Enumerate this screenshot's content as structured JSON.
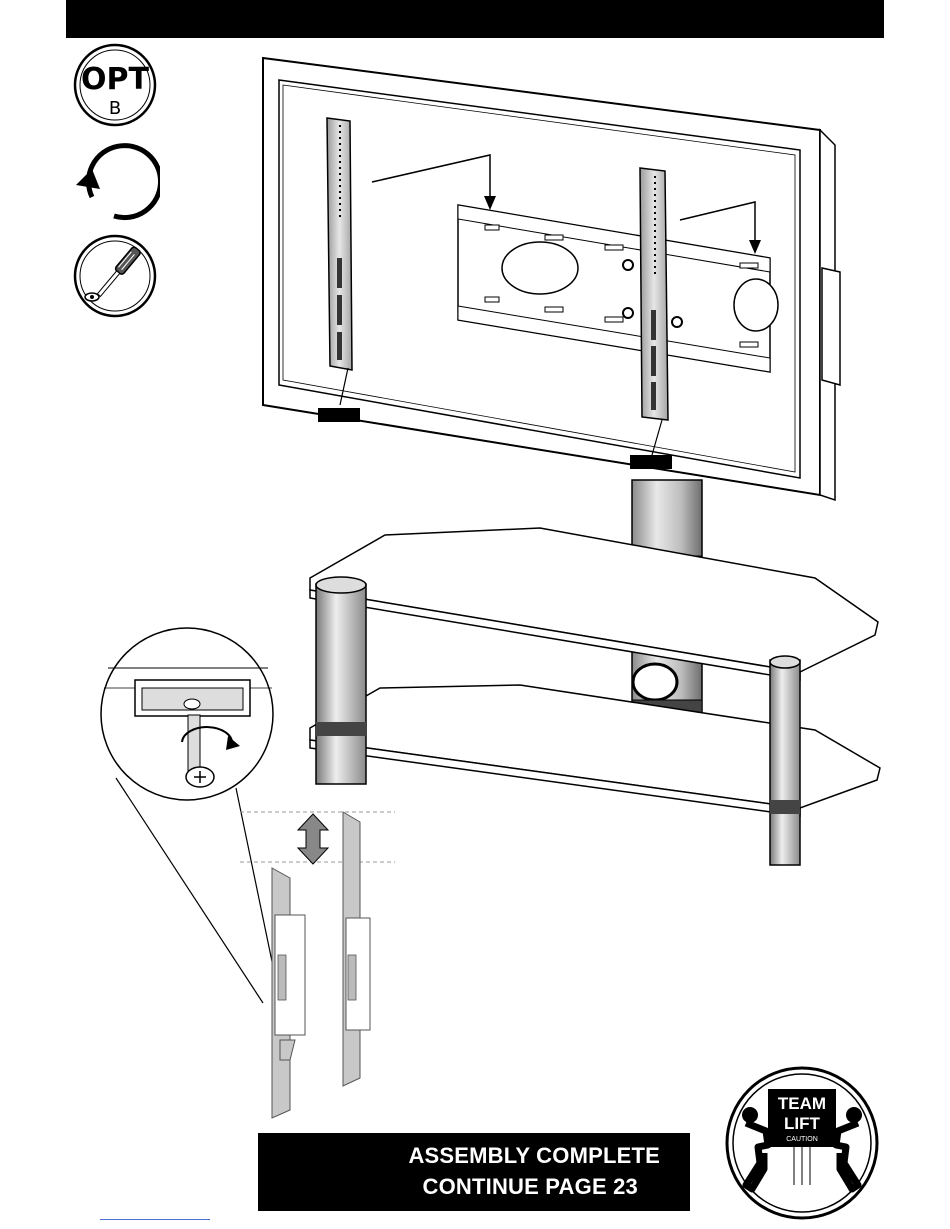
{
  "header": {
    "bar_color": "#000000"
  },
  "icons": {
    "opt_badge": {
      "main": "OPT",
      "sub": "B",
      "name": "opt-b-icon"
    },
    "rotate": {
      "name": "rotate-arrow-icon"
    },
    "screwdriver": {
      "name": "screwdriver-icon"
    }
  },
  "team_lift": {
    "line1": "TEAM",
    "line2": "LIFT",
    "line3": "CAUTION"
  },
  "footer": {
    "line1": "ASSEMBLY COMPLETE",
    "line2": "CONTINUE PAGE 23"
  }
}
